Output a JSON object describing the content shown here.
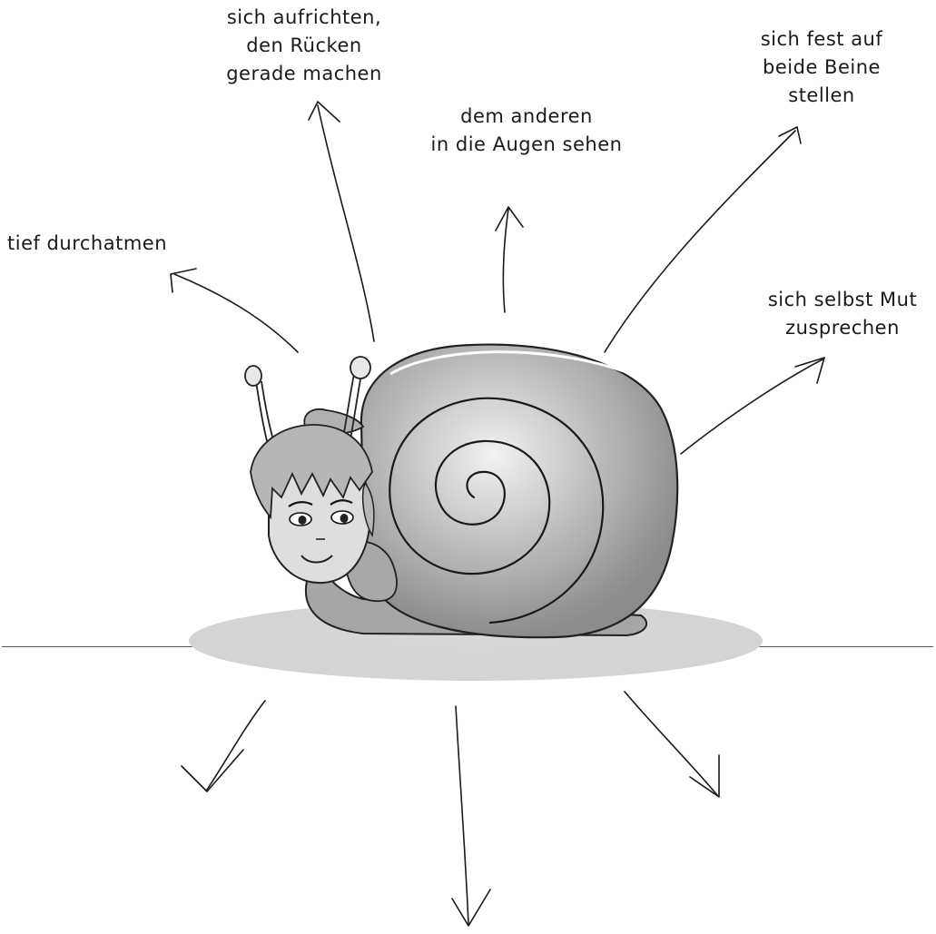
{
  "labels": {
    "upright": [
      "sich aufrichten,",
      "den Rücken",
      "gerade machen"
    ],
    "stand_firm": [
      "sich fest auf",
      "beide Beine",
      "stellen"
    ],
    "eye_contact": [
      "dem anderen",
      "in die Augen sehen"
    ],
    "breathe": [
      "tief durchatmen"
    ],
    "encourage": [
      "sich selbst Mut",
      "zusprechen"
    ]
  },
  "answer_blanks": [
    "",
    ""
  ],
  "colors": {
    "ink": "#1a1a1a",
    "shell_dark": "#8f8f8f",
    "shell_light": "#ececec",
    "body": "#a8a8a8",
    "face": "#dcdcdc",
    "hair": "#b4b4b4",
    "shadow": "#d6d6d6"
  }
}
